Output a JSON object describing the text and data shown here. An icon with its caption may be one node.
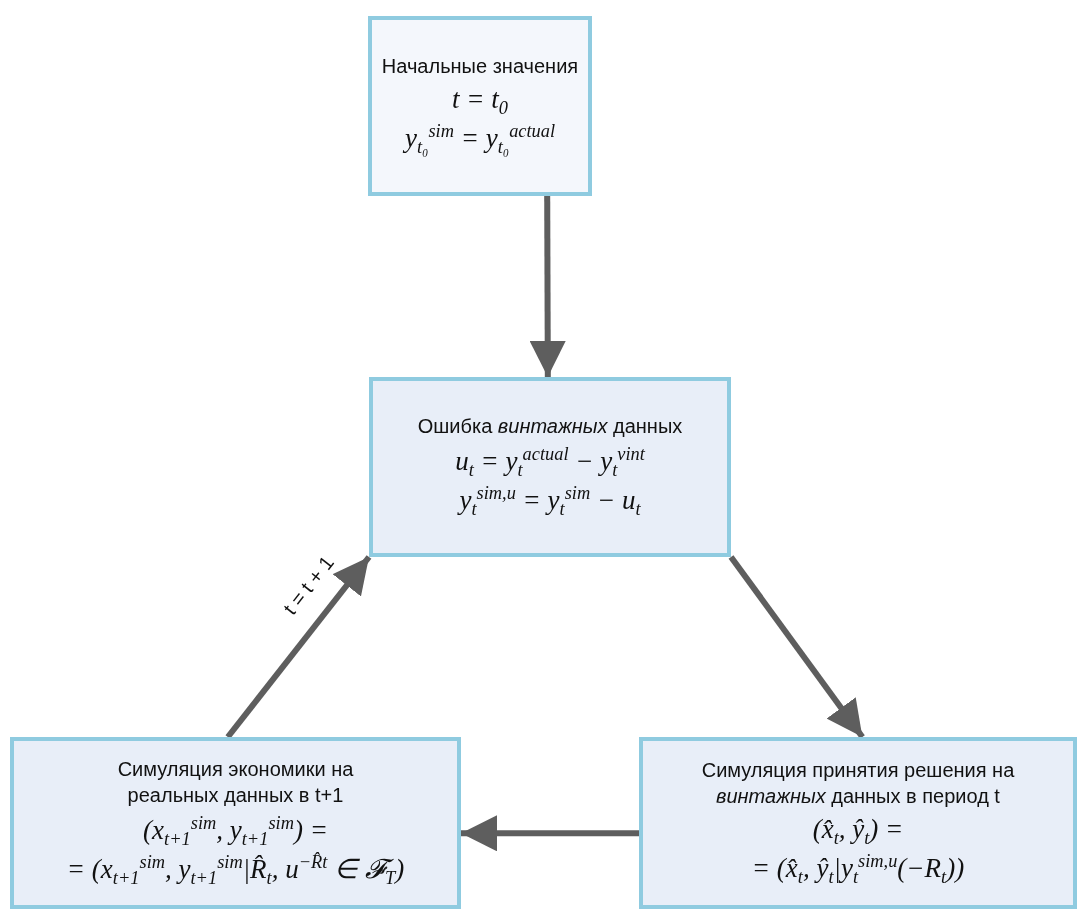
{
  "diagram": {
    "nodes": [
      {
        "text": [
          "Начальные значения",
          "t = t$_{0}$",
          "y$_{t₀}$$^{sim}$ = y$_{t₀}$$^{actual}$"
        ]
      },
      {
        "text": [
          "Ошибка *винтажных* данных",
          "u$_{t}$ = y$_{t}$$^{actual}$ − y$_{t}$$^{vint}$",
          "y$_{t}$$^{sim,u}$ = y$_{t}$$^{sim}$ − u$_{t}$"
        ]
      },
      {
        "text": [
          "Симуляция принятия решения на *винтажных* данных в период t",
          "(x̂$_{t}$, ŷ$_{t}$) =",
          "= (x̂$_{t}$, ŷ$_{t}$|y$_{t}$$^{sim,u}$(−R$_{t}$))"
        ]
      },
      {
        "text": [
          "Симуляция экономики на реальных данных в t+1",
          "(x$_{t+1}$$^{sim}$, y$_{t+1}$$^{sim}$) =",
          "= (x$_{t+1}$$^{sim}$, y$_{t+1}$$^{sim}$|R̂$_{t}$, u$^{−R̂t}$ ∈ 𝓕$_{T}$)"
        ]
      }
    ],
    "edges": [
      {
        "from": 0,
        "to": 1,
        "arrow": "to"
      },
      {
        "from": 1,
        "to": 2,
        "arrow": "to"
      },
      {
        "from": 2,
        "to": 3,
        "arrow": "to"
      },
      {
        "from": 3,
        "to": 1,
        "arrow": "to",
        "label": "t = t + 1"
      }
    ]
  }
}
